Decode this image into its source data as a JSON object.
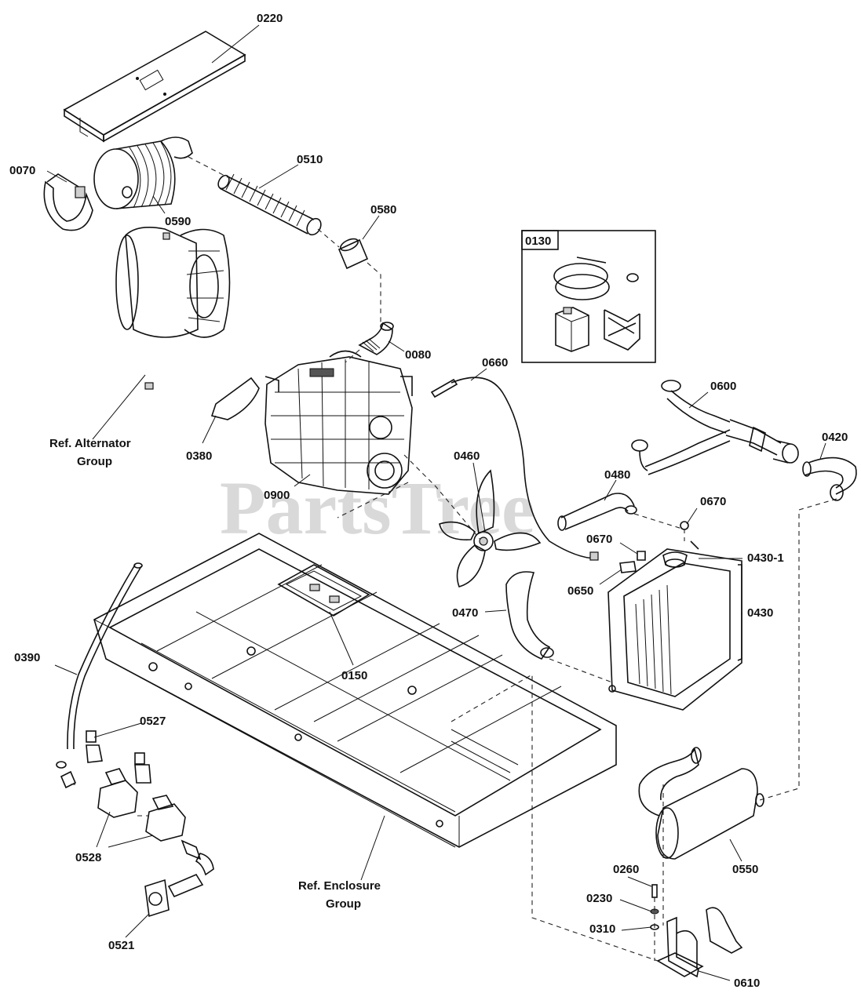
{
  "watermark": "PartsTree",
  "inset_box_label": "0130",
  "labels": {
    "p0220": "0220",
    "p0070": "0070",
    "p0590": "0590",
    "p0510": "0510",
    "p0580": "0580",
    "p0080": "0080",
    "p0660": "0660",
    "p0600": "0600",
    "p0420": "0420",
    "p0380": "0380",
    "p0900": "0900",
    "p0460": "0460",
    "p0480": "0480",
    "p0670a": "0670",
    "p0670b": "0670",
    "p0430_1": "0430-1",
    "p0650": "0650",
    "p0470": "0470",
    "p0430": "0430",
    "p0150": "0150",
    "p0390": "0390",
    "p0527": "0527",
    "p0528": "0528",
    "p0521": "0521",
    "p0550": "0550",
    "p0260": "0260",
    "p0230": "0230",
    "p0310": "0310",
    "p0610": "0610"
  },
  "ref_labels": {
    "alternator_line1": "Ref. Alternator",
    "alternator_line2": "Group",
    "enclosure_line1": "Ref. Enclosure",
    "enclosure_line2": "Group"
  }
}
